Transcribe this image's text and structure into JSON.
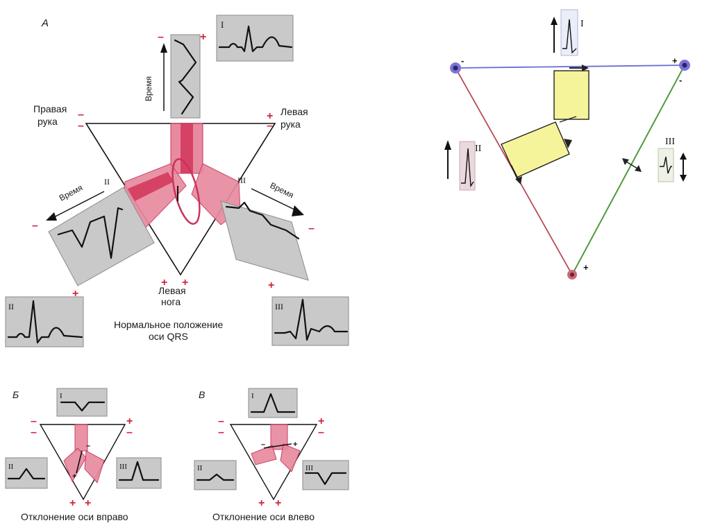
{
  "panel_a": {
    "letter": "А",
    "right_arm": [
      "Правая",
      "рука"
    ],
    "left_arm": [
      "Левая",
      "рука"
    ],
    "left_leg": [
      "Левая",
      "нога"
    ],
    "time_label": "Время",
    "lead_I": "I",
    "lead_II": "II",
    "lead_III": "III",
    "caption": [
      "Нормальное положение",
      "оси QRS"
    ],
    "minus": "–",
    "plus": "+"
  },
  "panel_b": {
    "letter": "Б",
    "caption": "Отклонение оси вправо",
    "lead_I": "I",
    "lead_II": "II",
    "lead_III": "III"
  },
  "panel_c": {
    "letter": "В",
    "caption": "Отклонение оси влево",
    "lead_I": "I",
    "lead_II": "II",
    "lead_III": "III"
  },
  "einthoven": {
    "lead_I": "I",
    "lead_II": "II",
    "lead_III": "III",
    "minus": "-",
    "plus": "+",
    "colors": {
      "lead_I_line": "#6b6bd6",
      "lead_II_line": "#b84a5a",
      "lead_III_line": "#4f9a3c",
      "vector_fill": "#f6f49a"
    }
  }
}
